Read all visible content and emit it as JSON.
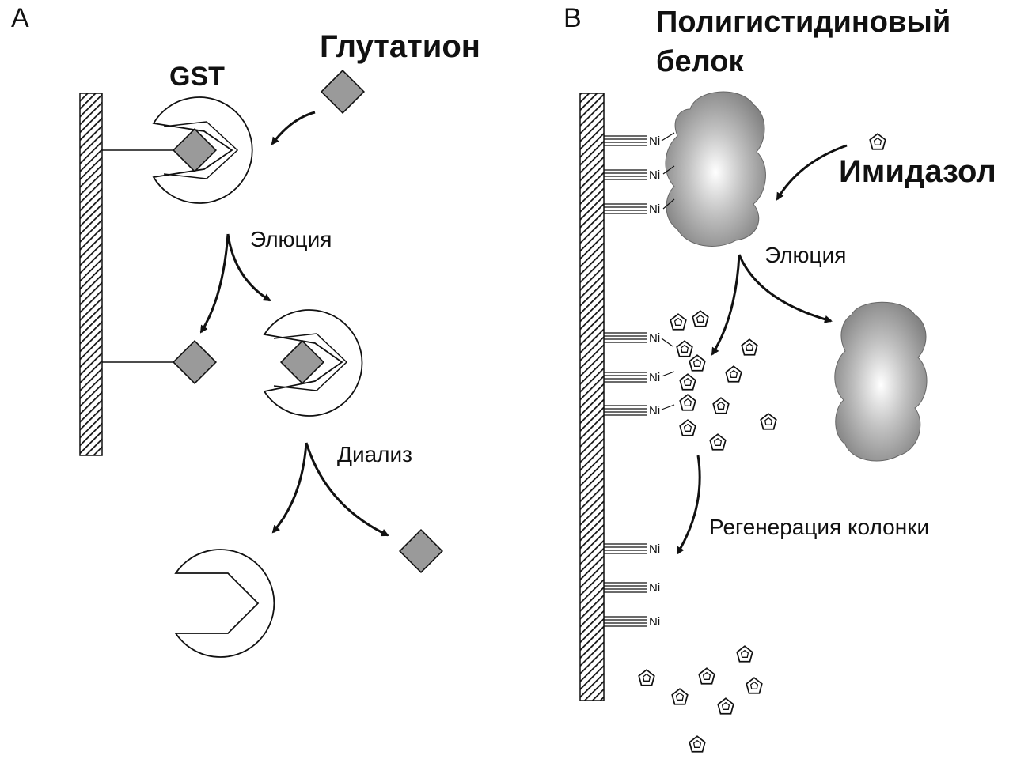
{
  "panel_a": {
    "label": "A",
    "title": "Глутатион",
    "enzyme": "GST",
    "step1": "Элюция",
    "step2": "Диализ"
  },
  "panel_b": {
    "label": "B",
    "title_line1": "Полигистидиновый",
    "title_line2": "белок",
    "reagent": "Имидазол",
    "step1": "Элюция",
    "step2": "Регенерация колонки",
    "metal": "Ni"
  }
}
